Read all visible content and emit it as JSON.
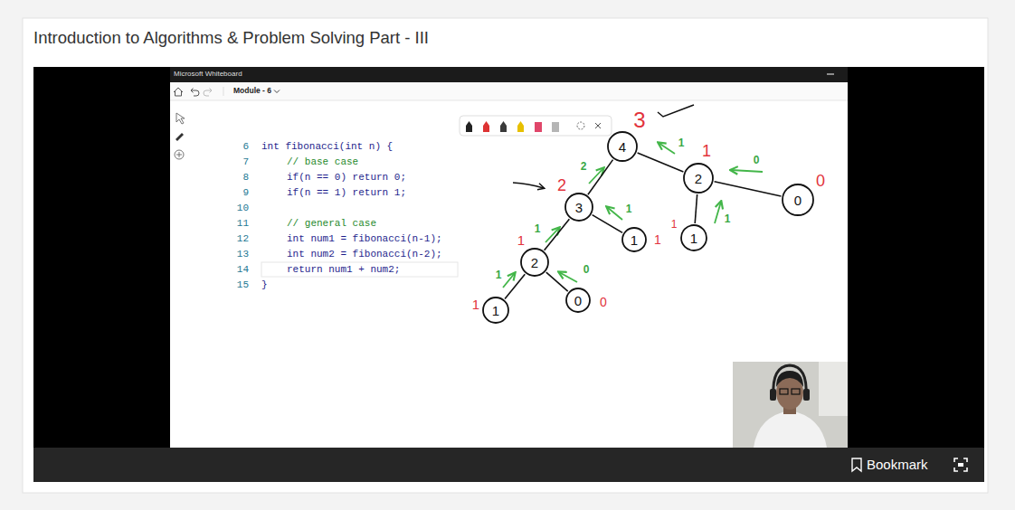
{
  "diagram": {
    "title": "Introduction to Algorithms & Problem Solving Part - III",
    "nodes": [
      {
        "text": [
          "4"
        ]
      },
      {
        "text": [
          "2"
        ]
      },
      {
        "text": [
          "0"
        ]
      },
      {
        "text": [
          "3"
        ]
      },
      {
        "text": [
          "1"
        ]
      },
      {
        "text": [
          "1"
        ]
      },
      {
        "text": [
          "2"
        ]
      },
      {
        "text": [
          "1"
        ]
      },
      {
        "text": [
          "0"
        ]
      }
    ],
    "edges": [
      {
        "from": 0,
        "to": 3,
        "arrow": "none"
      },
      {
        "from": 0,
        "to": 1,
        "arrow": "none"
      },
      {
        "from": 1,
        "to": 5,
        "arrow": "none"
      },
      {
        "from": 1,
        "to": 2,
        "arrow": "none"
      },
      {
        "from": 3,
        "to": 6,
        "arrow": "none"
      },
      {
        "from": 3,
        "to": 4,
        "arrow": "none"
      },
      {
        "from": 6,
        "to": 7,
        "arrow": "none"
      },
      {
        "from": 6,
        "to": 8,
        "arrow": "none"
      }
    ],
    "labels": [
      "Microsoft Whiteboard",
      "Module - 6",
      "6",
      "int fibonacci(int n) {",
      "7",
      "// base case",
      "8",
      "if(n == 0) return 0;",
      "9",
      "if(n == 1) return 1;",
      "10",
      "11",
      "// general case",
      "12",
      "int num1 = fibonacci(n-1);",
      "13",
      "int num2 = fibonacci(n-2);",
      "14",
      "return num1 + num2;",
      "15",
      "}",
      "3",
      "1",
      "0",
      "2",
      "1",
      "1",
      "1",
      "1",
      "0",
      "2",
      "1",
      "0",
      "1",
      "1",
      "1",
      "1",
      "0",
      "Bookmark"
    ]
  }
}
